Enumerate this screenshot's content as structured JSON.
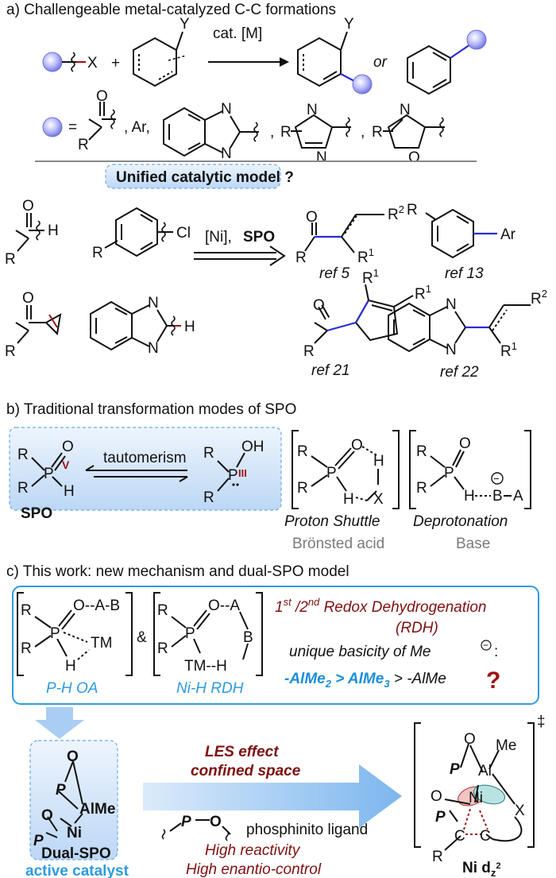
{
  "section_a": {
    "heading": "a) Challengeable metal-catalyzed C-C formations",
    "x_label": "X",
    "plus": "+",
    "y_label": "Y",
    "catalyst": "cat. [M]",
    "or_label": "or",
    "equals": "=",
    "ar_label": ", Ar,",
    "r_label": "R",
    "n_label": "N",
    "o_label": "O",
    "unified_question": "Unified catalytic model ?",
    "h_label": "H",
    "cl_label": "Cl",
    "ni_spo_ni": "[Ni],",
    "ni_spo_spo": "SPO",
    "r1": "R",
    "sup1": "1",
    "sup2": "2",
    "ar2": "Ar",
    "ref5": "ref 5",
    "ref13": "ref 13",
    "ref21": "ref 21",
    "ref22": "ref 22"
  },
  "section_b": {
    "heading": "b) Traditional transformation modes of SPO",
    "tautomerism": "tautomerism",
    "spo": "SPO",
    "p_label": "P",
    "oh_label": "OH",
    "roman_v": "V",
    "roman_iii": "III",
    "x_label": "X",
    "b_label": "B",
    "a_label": "A",
    "minus": "−",
    "proton_shuttle": "Proton Shuttle",
    "bronsted_acid": "Brönsted acid",
    "deprotonation": "Deprotonation",
    "base": "Base"
  },
  "section_c": {
    "heading": "c) This work: new mechanism and dual-SPO model",
    "oab": "O--A-B",
    "tm": "TM",
    "amp": "&",
    "oa": "O--A",
    "tmh": "TM--H",
    "redox_line1_a": "1",
    "redox_line1_st": "st",
    "redox_line1_b": " /2",
    "redox_line1_nd": "nd",
    "redox_line1_c": " Redox Dehydrogenation",
    "redox_line2": "(RDH)",
    "basicity": "unique basicity of Me",
    "ph_oa": "P-H OA",
    "nih_rdh": "Ni-H RDH",
    "alme2": "-AlMe",
    "alme2_sub": "2",
    "gt1": " > ",
    "alme3": "AlMe",
    "alme3_sub": "3",
    "gt2": " > -AlMe",
    "question": "?",
    "les": "LES effect",
    "confined": "confined space",
    "phosphinito": "phosphinito ligand",
    "high_reactivity": "High reactivity",
    "high_enantio": "High enantio-control",
    "dual_spo": "Dual-SPO",
    "active_catalyst": "active catalyst",
    "al_me": "AlMe",
    "ni": "Ni",
    "me": "Me",
    "al": "Al",
    "c_label": "C",
    "dagger": "‡",
    "ni_dz2": "Ni d",
    "ni_dz2_sub": "z",
    "ni_dz2_sup": "2"
  },
  "colors": {
    "blue_bond": "#2b2bd6",
    "dark_red": "#7f1010",
    "light_blue_text": "#2f9be0",
    "box_fill": "#cfe3f8",
    "box_border": "#2f9be0",
    "sphere": "#9a9cf0",
    "gray": "#7a7a7a"
  }
}
